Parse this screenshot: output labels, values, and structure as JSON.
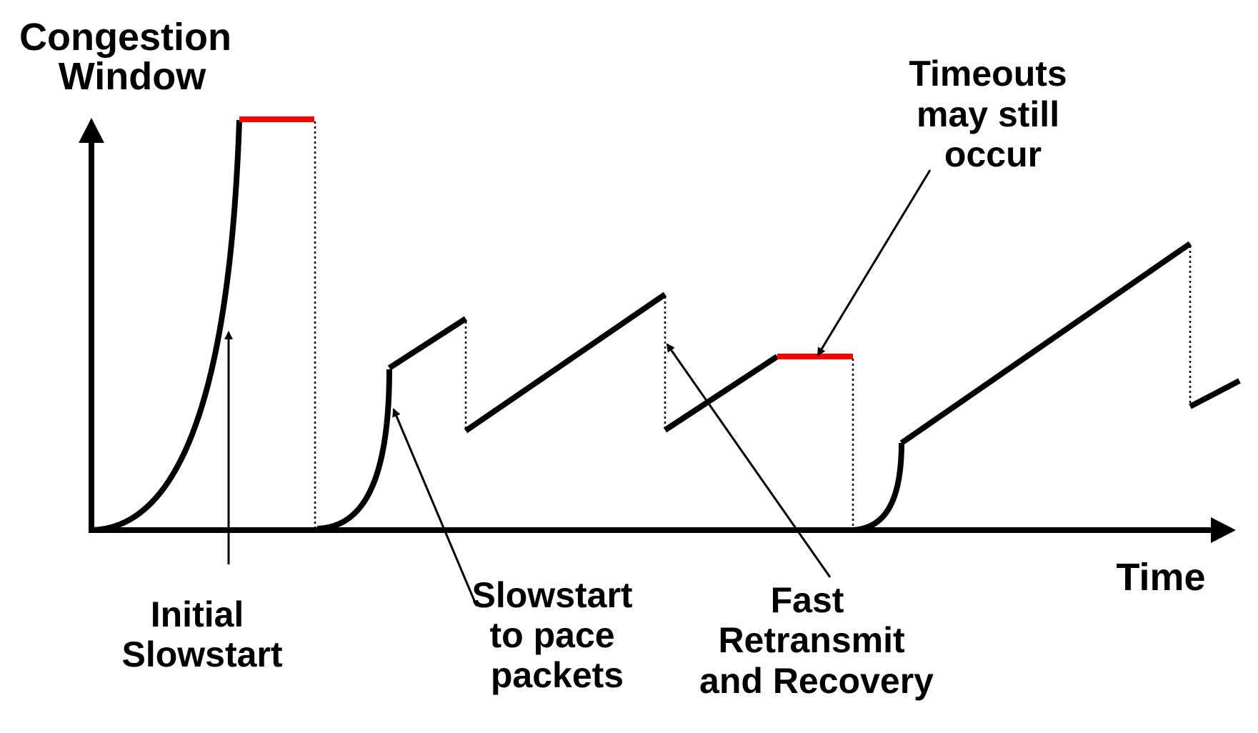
{
  "axes": {
    "y_title_lines": [
      "Congestion",
      "Window"
    ],
    "x_title": "Time"
  },
  "annotations": {
    "initial_slowstart": [
      "Initial",
      "Slowstart"
    ],
    "slowstart_pace": [
      "Slowstart",
      "to pace",
      "packets"
    ],
    "fast_retransmit": [
      "Fast",
      "Retransmit",
      "and Recovery"
    ],
    "timeouts": [
      "Timeouts",
      "may still",
      "occur"
    ]
  },
  "colors": {
    "line": "#000000",
    "timeout_segment": "#ff0000"
  }
}
